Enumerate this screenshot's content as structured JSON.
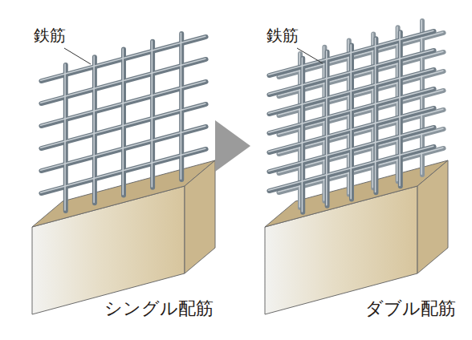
{
  "diagram": {
    "nodes": [
      {
        "text": [
          "シングル配筋"
        ]
      },
      {
        "text": [
          "ダブル配筋"
        ]
      }
    ],
    "edges": [
      {
        "from": 0,
        "to": 1,
        "arrow": "to"
      }
    ],
    "labels": [
      "鉄筋",
      "鉄筋"
    ]
  }
}
